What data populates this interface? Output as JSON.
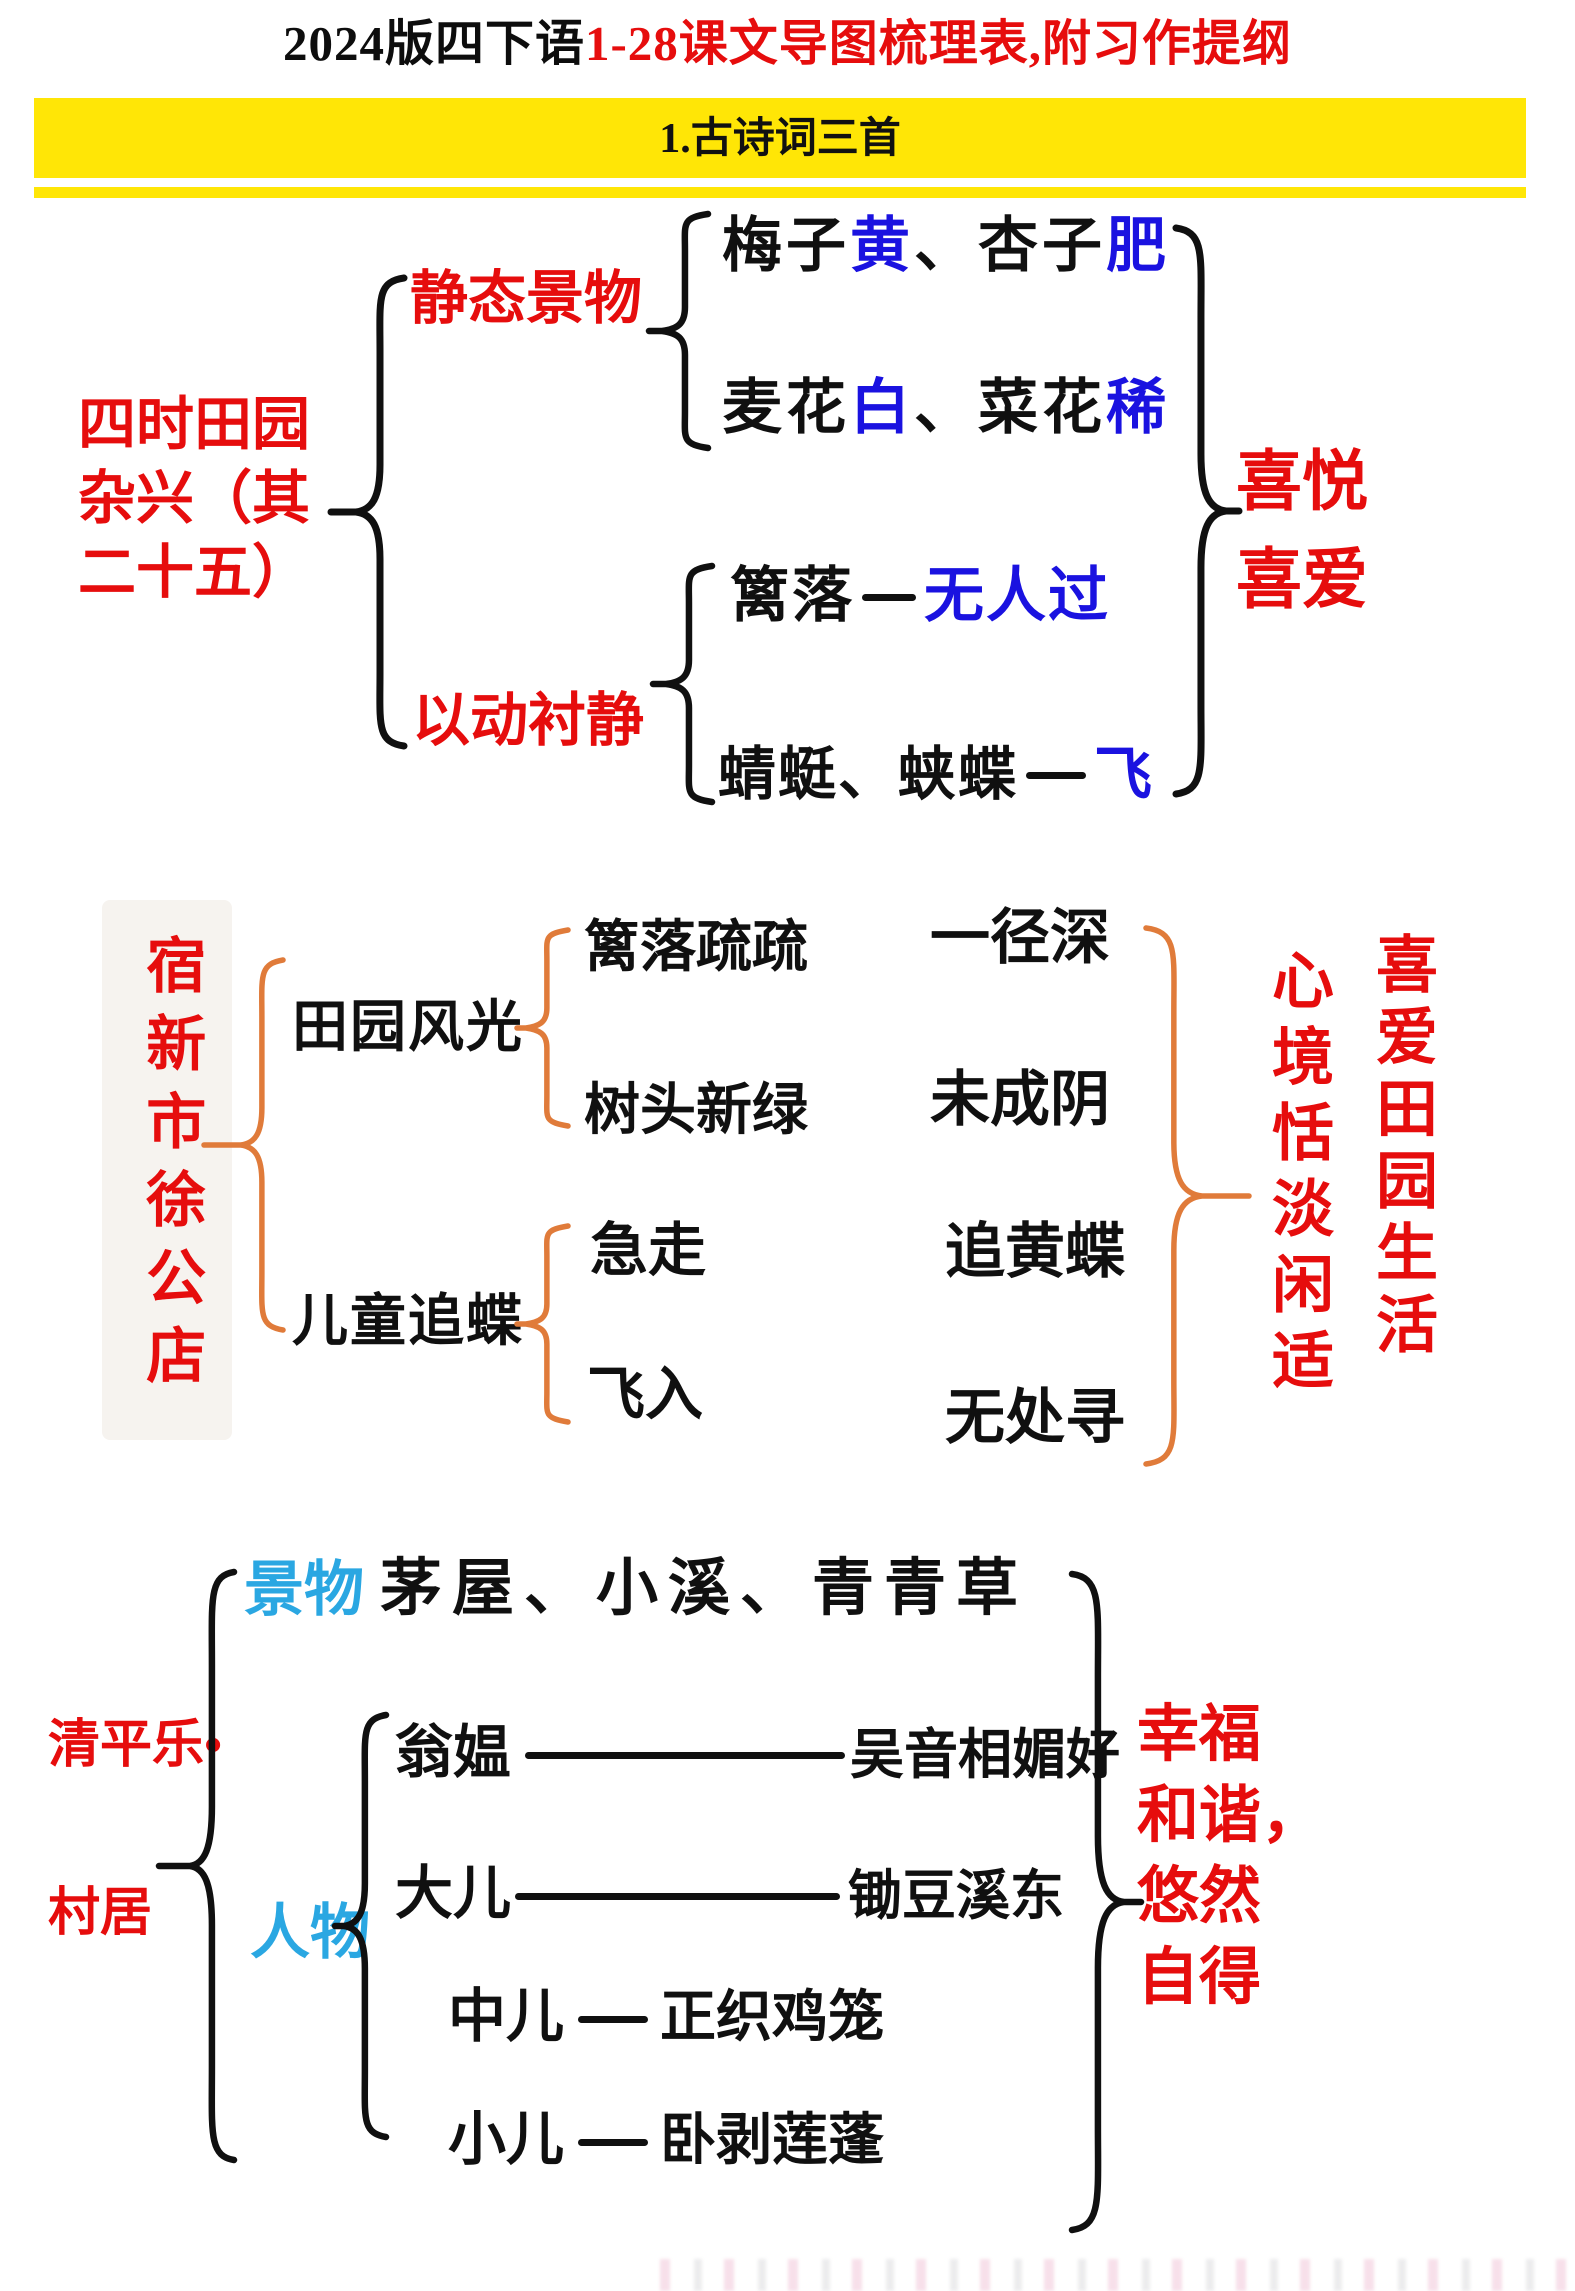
{
  "page": {
    "title": {
      "black_part": "2024版四下语",
      "red_part": "1-28课文导图梳理表,附习作提纲"
    }
  },
  "banner": {
    "label": "1.古诗词三首"
  },
  "colors": {
    "red": "#e60d0d",
    "blue": "#1a12e0",
    "ink": "#101010",
    "cyan": "#2aa7e2",
    "orange": "#e07b3a",
    "banner_yellow": "#ffe606"
  },
  "sections": [
    {
      "poem_title_full": "四时田园杂兴（其二十五）",
      "poem_title_lines": [
        "四时田园",
        "杂兴（其",
        "二十五）"
      ],
      "branches": [
        {
          "label": "静态景物",
          "items": [
            {
              "segments": [
                {
                  "t": "梅子",
                  "c": "ink"
                },
                {
                  "t": "黄",
                  "c": "blue"
                },
                {
                  "t": "、",
                  "c": "ink"
                },
                {
                  "t": "杏子",
                  "c": "ink"
                },
                {
                  "t": "肥",
                  "c": "blue"
                }
              ]
            },
            {
              "segments": [
                {
                  "t": "麦花",
                  "c": "ink"
                },
                {
                  "t": "白",
                  "c": "blue"
                },
                {
                  "t": "、",
                  "c": "ink"
                },
                {
                  "t": "菜花",
                  "c": "ink"
                },
                {
                  "t": "稀",
                  "c": "blue"
                }
              ]
            }
          ]
        },
        {
          "label": "以动衬静",
          "items": [
            {
              "segments": [
                {
                  "t": "篱落",
                  "c": "ink"
                },
                {
                  "t": "—",
                  "c": "ink",
                  "dash": true,
                  "w": 54
                },
                {
                  "t": "无人过",
                  "c": "blue"
                }
              ]
            },
            {
              "segments": [
                {
                  "t": "蜻蜓、蛱蝶",
                  "c": "ink"
                },
                {
                  "t": "—",
                  "c": "ink",
                  "dash": true,
                  "w": 60
                },
                {
                  "t": "飞",
                  "c": "blue"
                }
              ]
            }
          ]
        }
      ],
      "conclusion": {
        "lines": [
          "喜悦",
          "喜爱"
        ]
      }
    },
    {
      "poem_title_full": "宿新市徐公店",
      "branches": [
        {
          "label": "田园风光",
          "pairs": [
            {
              "left": "篱落疏疏",
              "right": "一径深"
            },
            {
              "left": "树头新绿",
              "right": "未成阴"
            }
          ]
        },
        {
          "label": "儿童追蝶",
          "pairs": [
            {
              "left": "急走",
              "right": "追黄蝶"
            },
            {
              "left": "飞入",
              "right": "无处寻"
            }
          ]
        }
      ],
      "conclusion": {
        "columns": [
          "心境恬淡闲适",
          "喜爱田园生活"
        ]
      }
    },
    {
      "poem_title_full": "清平乐•村居",
      "poem_title_lines": [
        "清平乐•",
        "村居"
      ],
      "scene": {
        "label": "景物",
        "content": "茅屋、小溪、青青草"
      },
      "people": {
        "label": "人物",
        "rows": [
          {
            "name": "翁媪",
            "connector": "——",
            "desc": "吴音相媚好"
          },
          {
            "name": "大儿",
            "connector": "——",
            "desc": "锄豆溪东"
          },
          {
            "name": "中儿",
            "connector": "——",
            "desc": "正织鸡笼"
          },
          {
            "name": "小儿",
            "connector": "——",
            "desc": "卧剥莲蓬"
          }
        ]
      },
      "conclusion": {
        "lines": [
          "幸福",
          "和谐，",
          "悠然",
          "自得"
        ]
      }
    }
  ]
}
